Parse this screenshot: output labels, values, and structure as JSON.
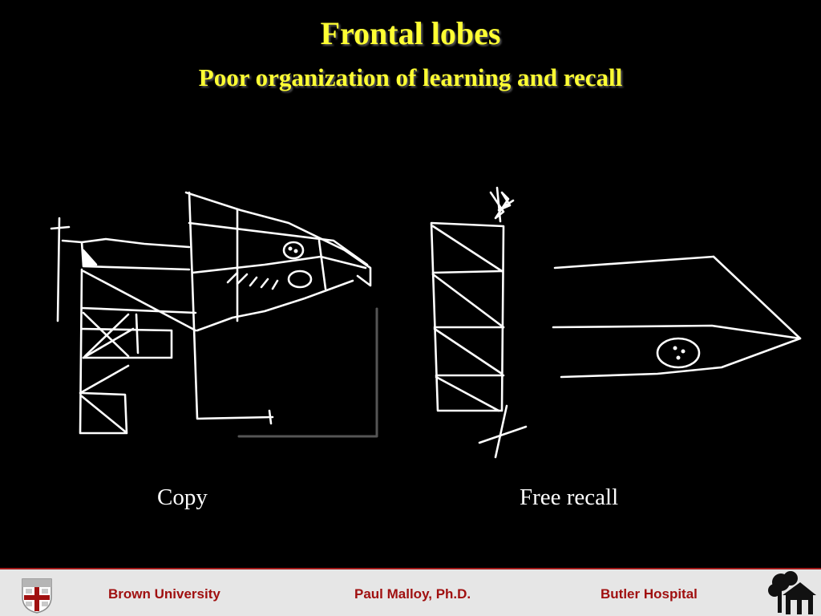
{
  "slide": {
    "title": "Frontal lobes",
    "subtitle": "Poor organization of learning and recall"
  },
  "captions": {
    "copy": "Copy",
    "free_recall": "Free recall"
  },
  "footer": {
    "left_text": "Brown University",
    "center_text": "Paul Malloy, Ph.D.",
    "right_text": "Butler Hospital",
    "left_logo_icon": "brown-university-shield-icon",
    "right_logo_icon": "butler-hospital-tree-house-icon",
    "accent_color": "#a01010",
    "background_color": "#e6e6e6"
  },
  "colors": {
    "title": "#ffff33",
    "page_background": "#000000",
    "caption": "#ffffff"
  }
}
